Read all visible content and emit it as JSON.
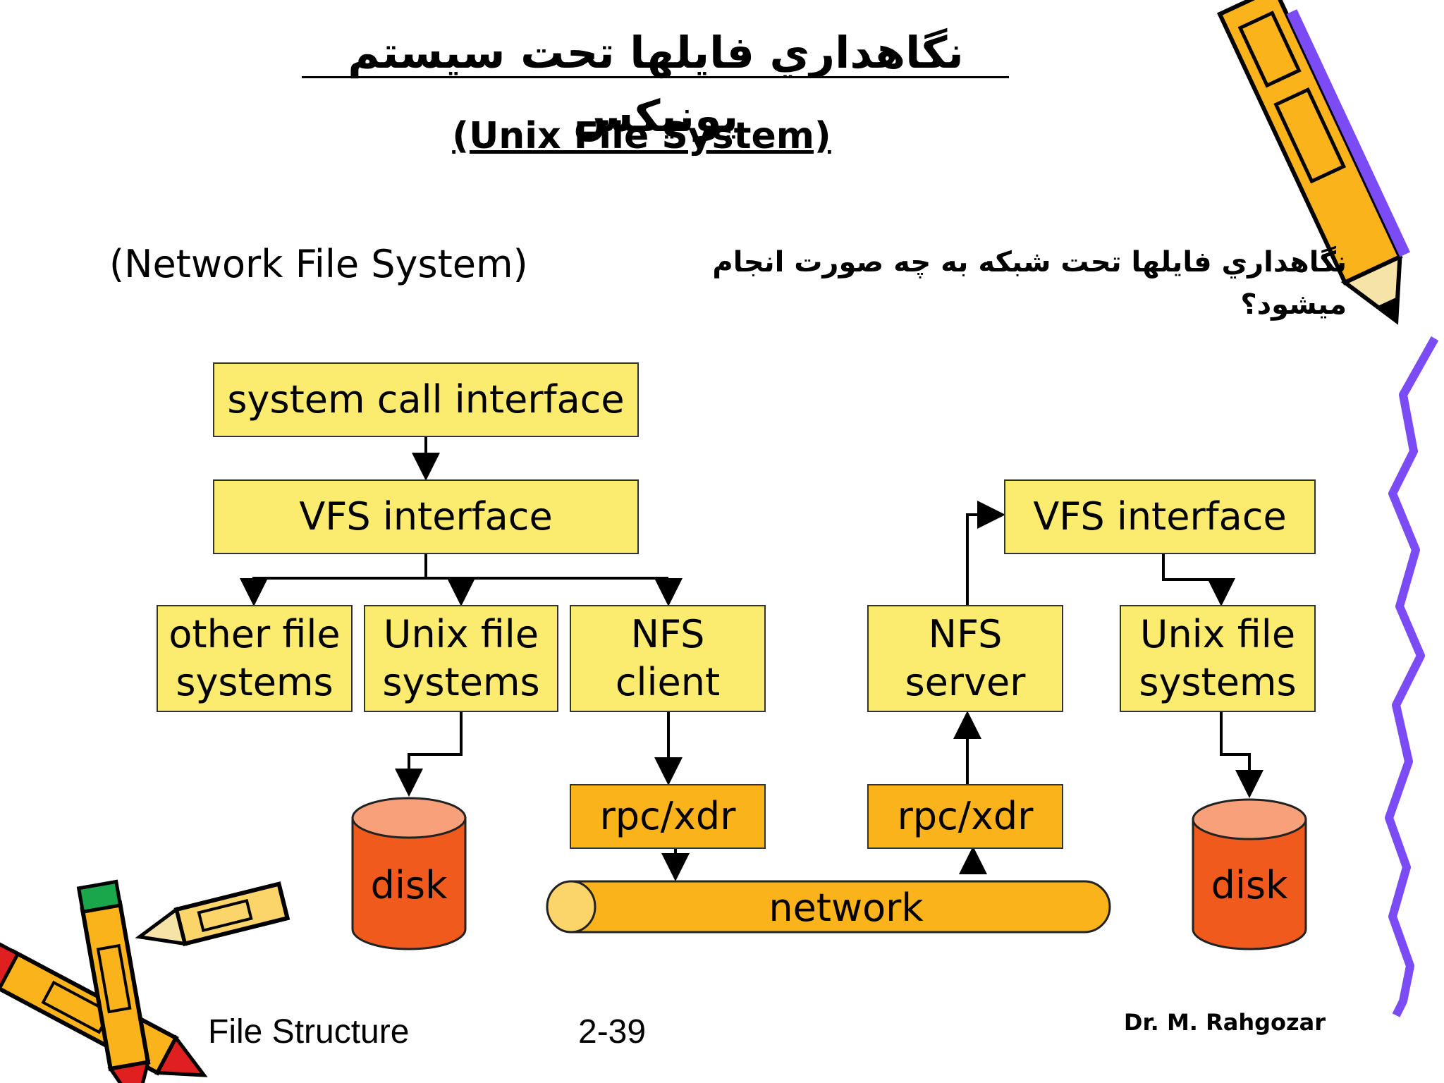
{
  "slide": {
    "title_fa": "نگاهداري فايلها تحت سيستم يونيکس",
    "title_en": "(Unix File System)",
    "question_fa": "نگاهداري فايلها تحت شبکه به چه صورت انجام ميشود؟",
    "question_en": "(Network File System)"
  },
  "diagram": {
    "system_call_interface": "system call interface",
    "vfs_left": "VFS interface",
    "other_fs": "other file\nsystems",
    "unix_fs_left": "Unix file\nsystems",
    "nfs_client": "NFS\nclient",
    "rpc_left": "rpc/xdr",
    "disk_left": "disk",
    "network": "network",
    "vfs_right": "VFS interface",
    "nfs_server": "NFS\nserver",
    "unix_fs_right": "Unix file\nsystems",
    "rpc_right": "rpc/xdr",
    "disk_right": "disk"
  },
  "footer": {
    "left": "File Structure",
    "page": "2-39",
    "author": "Dr.  M.  Rahgozar"
  },
  "colors": {
    "box_yellow": "#fbeb6f",
    "box_orange": "#fbb31c",
    "disk_body": "#f05a1c",
    "disk_top": "#f7a07a",
    "purple_border": "#7b4cf5"
  },
  "icons": [
    "pencil-icon",
    "pencils-cluster-icon",
    "squiggle-border-icon"
  ]
}
